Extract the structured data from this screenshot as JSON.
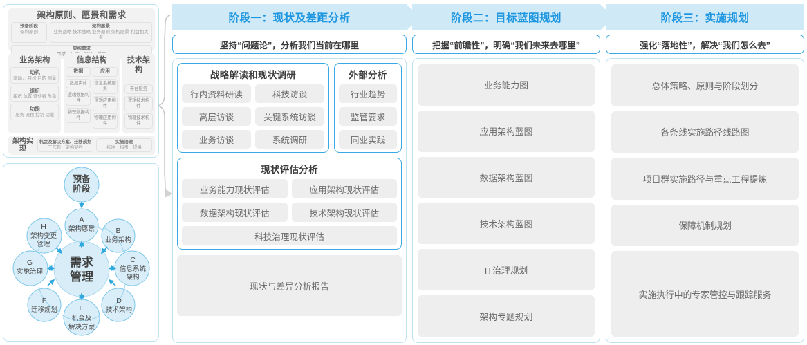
{
  "left_panel": {
    "togaf": {
      "top_block": {
        "title": "架构原则、愿景和需求",
        "cells": [
          {
            "title": "预备阶段",
            "sub": "架构原则"
          },
          {
            "title": "架构愿景",
            "sub": "业务战略 技术战略 业务原则 架构愿景 利益相关者"
          },
          {
            "title": "架构需求",
            "sub": "需求　约束　假设　差距"
          }
        ]
      },
      "columns": [
        {
          "name": "业务架构",
          "cells": [
            {
              "title": "动机",
              "sub": "驱动力 目标 目的 测量"
            },
            {
              "title": "组织",
              "sub": "组织 位置 驱动者 角色"
            },
            {
              "title": "功能",
              "sub": "服务 流程 控制 功能"
            }
          ]
        },
        {
          "name": "信息结构",
          "subcolumns": [
            {
              "head": "数据",
              "items": [
                "数据实体",
                "逻辑数据构件",
                "物理数据构件"
              ]
            },
            {
              "head": "应用",
              "items": [
                "信息系统服务",
                "逻辑应用构件",
                "物理应用构件"
              ]
            }
          ]
        },
        {
          "name": "技术架构",
          "items": [
            "平台服务",
            "逻辑技术构件",
            "物理技术构件"
          ]
        }
      ],
      "bottom_block": {
        "label": "架构实现",
        "cells": [
          {
            "title": "机会及解决方案、迁移规划",
            "sub": "工作包　架构契约"
          },
          {
            "title": "实施治理",
            "sub": "标准　指引　规格"
          }
        ]
      }
    },
    "cycle": {
      "center": "需求管理",
      "prelim": "预备阶段",
      "nodes": [
        {
          "key": "A",
          "label": "架构愿景"
        },
        {
          "key": "B",
          "label": "业务架构"
        },
        {
          "key": "C",
          "label": "信息系统架构"
        },
        {
          "key": "D",
          "label": "技术架构"
        },
        {
          "key": "E",
          "label": "机会及解决方案"
        },
        {
          "key": "F",
          "label": "迁移规划"
        },
        {
          "key": "G",
          "label": "实施治理"
        },
        {
          "key": "H",
          "label": "架构变更管理"
        }
      ]
    }
  },
  "phases": [
    {
      "header": "阶段一：现状及差距分析",
      "subtitle": "坚持“问题论”，分析我们当前在哪里",
      "cards": [
        {
          "title": "战略解读和现状调研",
          "items": [
            "行内资料研读",
            "科技访谈",
            "高层访谈",
            "关键系统访谈",
            "业务访谈",
            "系统调研"
          ]
        },
        {
          "title": "外部分析",
          "items": [
            "行业趋势",
            "监管要求",
            "同业实践"
          ]
        },
        {
          "title": "现状评估分析",
          "items": [
            "业务能力现状评估",
            "应用架构现状评估",
            "数据架构现状评估",
            "技术架构现状评估"
          ],
          "full_item": "科技治理现状评估"
        }
      ],
      "report": "现状与差异分析报告"
    },
    {
      "header": "阶段二：目标蓝图规划",
      "subtitle": "把握“前瞻性”，明确“我们未来去哪里”",
      "items": [
        "业务能力图",
        "应用架构蓝图",
        "数据架构蓝图",
        "技术架构蓝图",
        "IT治理规划",
        "架构专题规划"
      ]
    },
    {
      "header": "阶段三：实施规划",
      "subtitle": "强化“落地性”，解决“我们怎么去”",
      "items": [
        "总体策略、原则与阶段划分",
        "各条线实施路径线路图",
        "项目群实施路径与重点工程提炼",
        "保障机制规划",
        "实施执行中的专家管控与跟踪服务"
      ]
    }
  ],
  "colors": {
    "header_band": "#cfe9f7",
    "header_text": "#1f97e0",
    "accent_border": "#3aa9e3",
    "panel_border": "#bfe2f3",
    "chip_bg": "#eeeeee",
    "chip_text": "#6b6b6b",
    "node_fill": "#daeef9",
    "node_stroke": "#79c6e8"
  }
}
